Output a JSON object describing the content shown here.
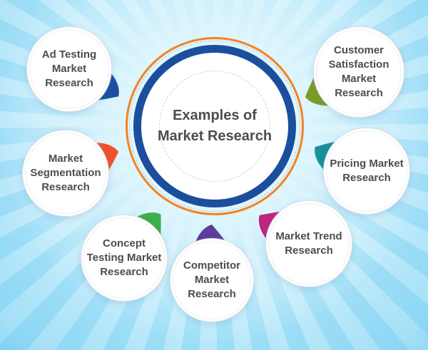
{
  "background": {
    "base_color": "#c9eefb",
    "ray_color": "#a8e2f8"
  },
  "center": {
    "title": "Examples of\nMarket Research",
    "outer_ring_color": "#f5821f",
    "inner_ring_color": "#1b4f9e",
    "text_color": "#4d4d4d"
  },
  "items": [
    {
      "id": "ad-testing",
      "label": "Ad Testing\nMarket\nResearch",
      "arrow_color": "#1b4fa0"
    },
    {
      "id": "customer-satisfaction",
      "label": "Customer\nSatisfaction\nMarket\nResearch",
      "arrow_color": "#7e9c26"
    },
    {
      "id": "market-segmentation",
      "label": "Market\nSegmentation\nResearch",
      "arrow_color": "#f4502c"
    },
    {
      "id": "pricing",
      "label": "Pricing Market\nResearch",
      "arrow_color": "#17919d"
    },
    {
      "id": "concept-testing",
      "label": "Concept\nTesting Market\nResearch",
      "arrow_color": "#3fae4e"
    },
    {
      "id": "competitor",
      "label": "Competitor\nMarket\nResearch",
      "arrow_color": "#5d3d9d"
    },
    {
      "id": "market-trend",
      "label": "Market Trend\nResearch",
      "arrow_color": "#c02481"
    }
  ]
}
